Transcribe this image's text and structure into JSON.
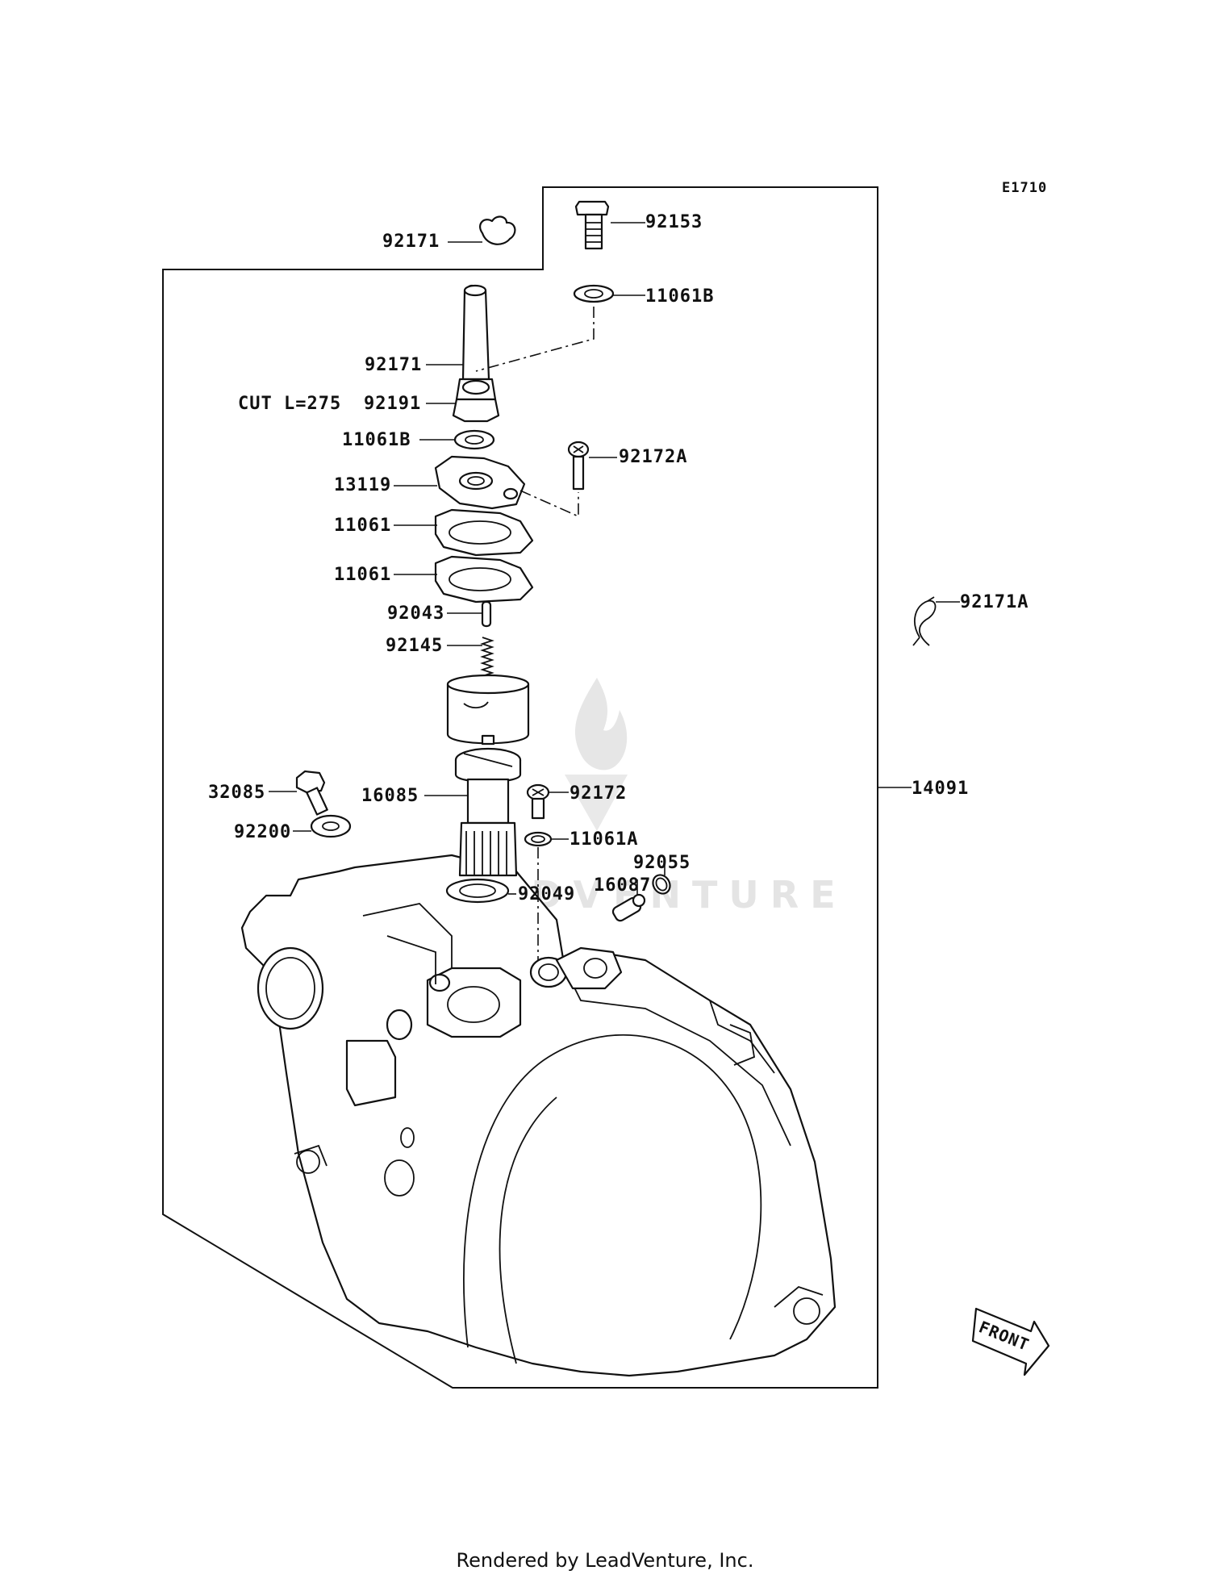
{
  "diagram_code": "E1710",
  "front_label": "FRONT",
  "footer": "Rendered by LeadVenture, Inc.",
  "watermark": "LEADVENTURE",
  "cut_note": "CUT L=275",
  "parts": {
    "p92171_top": "92171",
    "p92153": "92153",
    "p11061B_top": "11061B",
    "p92171_hose": "92171",
    "p92191": "92191",
    "p11061B_mid": "11061B",
    "p92172A": "92172A",
    "p13119": "13119",
    "p11061_a": "11061",
    "p11061_b": "11061",
    "p92043": "92043",
    "p92145": "92145",
    "p92171A": "92171A",
    "p32085": "32085",
    "p16085": "16085",
    "p92172": "92172",
    "p14091": "14091",
    "p92200": "92200",
    "p11061A": "11061A",
    "p92055": "92055",
    "p16087": "16087",
    "p92049": "92049"
  }
}
